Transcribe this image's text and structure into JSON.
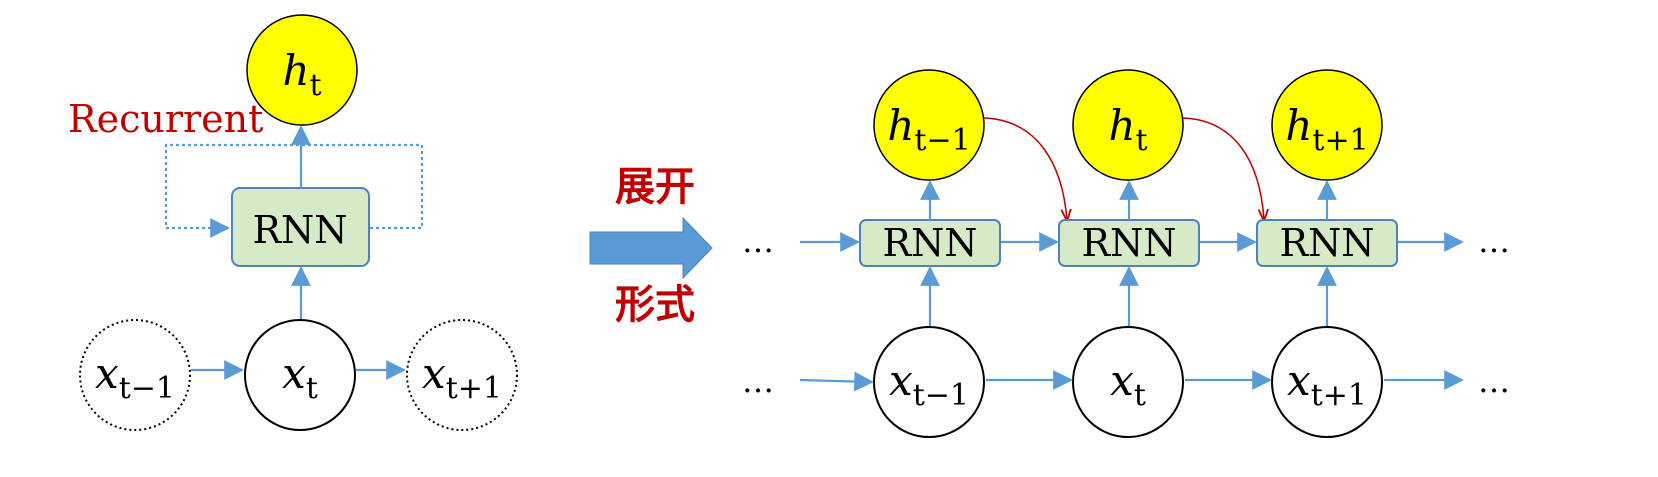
{
  "colors": {
    "arrow_blue": "#5b9bd5",
    "rnn_fill": "#d6eac7",
    "rnn_stroke": "#4f81bd",
    "hidden_fill": "#ffff00",
    "recurrent_red": "#c00000",
    "big_arrow": "#5b9bd5"
  },
  "left": {
    "recurrent_label": "Recurrent",
    "rnn_label": "RNN",
    "h": {
      "base": "h",
      "sub": "t"
    },
    "x_prev": {
      "base": "x",
      "sub": "t−1"
    },
    "x_cur": {
      "base": "x",
      "sub": "t"
    },
    "x_next": {
      "base": "x",
      "sub": "t+1"
    }
  },
  "middle": {
    "label_top": "展开",
    "label_bottom": "形式"
  },
  "right": {
    "ellipsis": "…",
    "rnn_label": "RNN",
    "h_prev": {
      "base": "h",
      "sub": "t−1"
    },
    "h_cur": {
      "base": "h",
      "sub": "t"
    },
    "h_next": {
      "base": "h",
      "sub": "t+1"
    },
    "x_prev": {
      "base": "x",
      "sub": "t−1"
    },
    "x_cur": {
      "base": "x",
      "sub": "t"
    },
    "x_next": {
      "base": "x",
      "sub": "t+1"
    }
  }
}
